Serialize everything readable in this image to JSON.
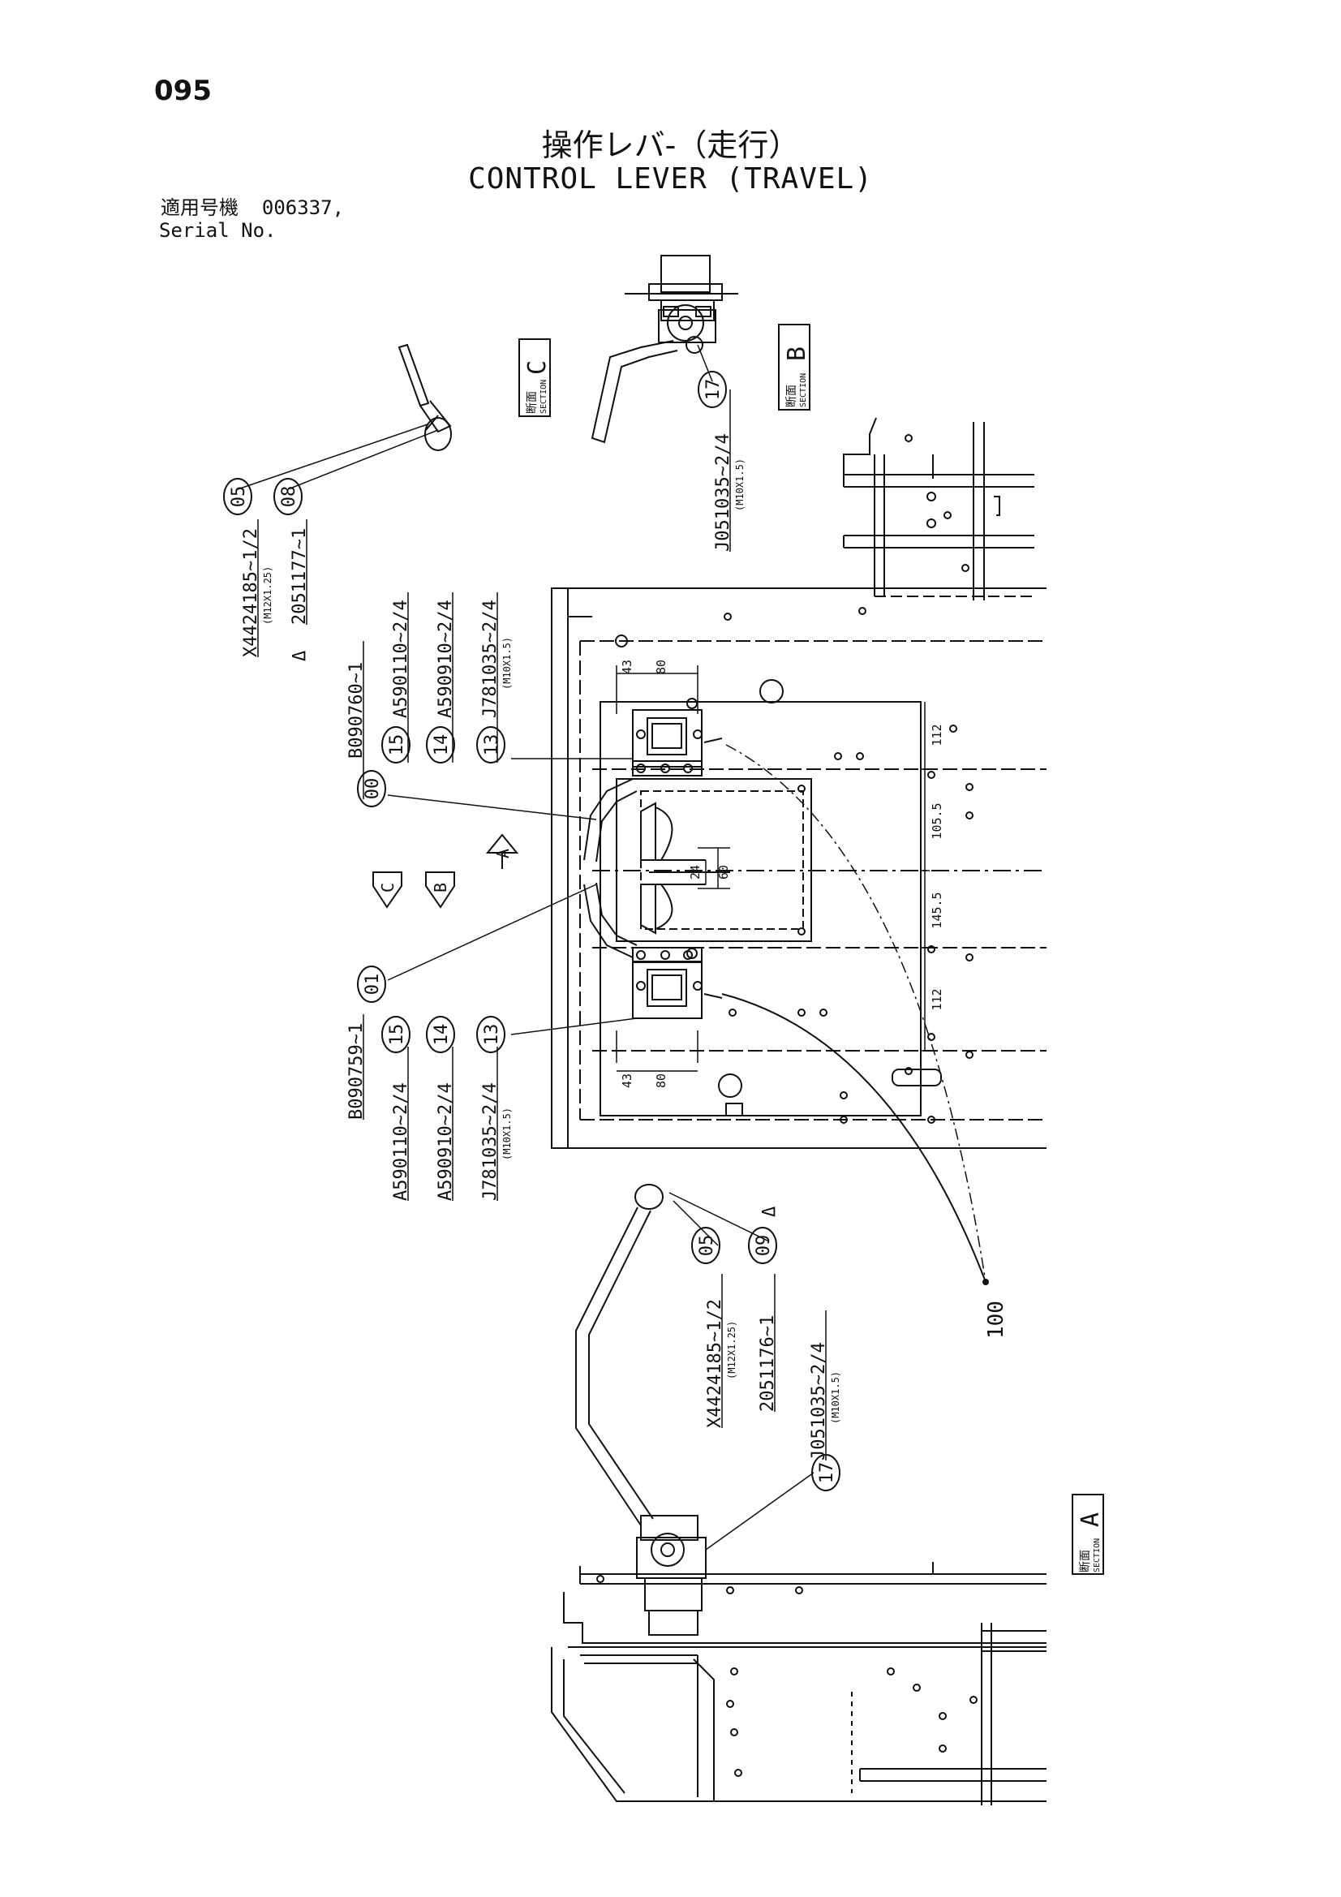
{
  "page_number": "095",
  "title_jp": "操作レバ-（走行）",
  "title_en": "CONTROL LEVER (TRAVEL)",
  "serial": {
    "label_jp": "適用号機",
    "value": "006337,",
    "label_en": "Serial No."
  },
  "sections": {
    "C": {
      "jp": "断面",
      "en": "SECTION",
      "letter": "C"
    },
    "B": {
      "jp": "断面",
      "en": "SECTION",
      "letter": "B"
    },
    "A": {
      "jp": "断面",
      "en": "SECTION",
      "letter": "A"
    }
  },
  "view_arrows": {
    "a": "A",
    "b": "B",
    "c": "C"
  },
  "callouts": {
    "c05_top": "05",
    "c08": "08",
    "c00": "00",
    "c15_top": "15",
    "c14_top": "14",
    "c13_top": "13",
    "c01": "01",
    "c15_bot": "15",
    "c14_bot": "14",
    "c13_bot": "13",
    "c17_top": "17",
    "c05_bot": "05",
    "c09": "09",
    "c17_bot": "17"
  },
  "part_numbers": {
    "X4424185_top": "X4424185~1/2",
    "X4424185_top_spec": "(M12X1.25)",
    "p2051177": "2051177~1",
    "delta_top": "Δ",
    "B090760": "B090760~1",
    "A590110_top": "A590110~2/4",
    "A590910_top": "A590910~2/4",
    "J781035_top": "J781035~2/4",
    "J781035_top_spec": "(M10X1.5)",
    "J051035_top": "J051035~2/4",
    "J051035_top_spec": "(M10X1.5)",
    "B090759": "B090759~1",
    "A590110_bot": "A590110~2/4",
    "A590910_bot": "A590910~2/4",
    "J781035_bot": "J781035~2/4",
    "J781035_bot_spec": "(M10X1.5)",
    "X4424185_bot": "X4424185~1/2",
    "X4424185_bot_spec": "(M12X1.25)",
    "p2051176": "2051176~1",
    "delta_bot": "Δ",
    "J051035_bot": "J051035~2/4",
    "J051035_bot_spec": "(M10X1.5)",
    "ref100": "100"
  },
  "dimensions": {
    "d112_top": "112",
    "d105_5": "105.5",
    "d145_5": "145.5",
    "d112_bot": "112",
    "d43_top": "43",
    "d80_top": "80",
    "d43_bot": "43",
    "d80_bot": "80",
    "d24": "24",
    "d60": "60"
  }
}
